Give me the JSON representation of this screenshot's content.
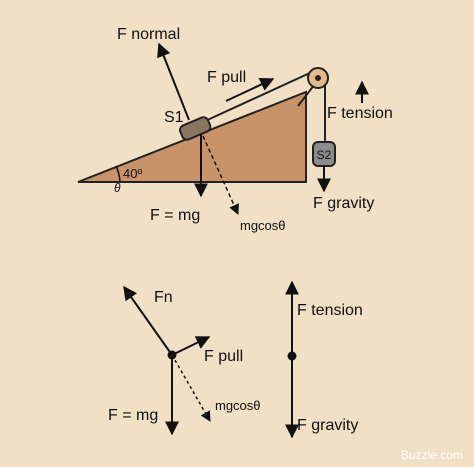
{
  "diagram": {
    "top": {
      "label_f_normal": "F normal",
      "label_f_pull": "F pull",
      "label_s1": "S1",
      "label_s2": "S2",
      "label_f_tension": "F tension",
      "label_angle_value": "40º",
      "label_theta": "θ",
      "label_f_mg": "F = mg",
      "label_mgcos": "mgcosθ",
      "label_f_gravity": "F gravity"
    },
    "bottom_left": {
      "label_fn": "Fn",
      "label_f_pull": "F pull",
      "label_mgcos": "mgcosθ",
      "label_f_mg": "F = mg"
    },
    "bottom_right": {
      "label_f_tension": "F tension",
      "label_f_gravity": "F gravity"
    }
  },
  "watermark": "Buzzle.com",
  "colors": {
    "background": "#f1dfc6",
    "ramp_fill": "#c9936a",
    "ramp_outline": "#222222",
    "block_fill": "#8a7560",
    "pulley_fill": "#e6b98c",
    "s2_fill": "#8c8c8c",
    "line": "#111111"
  }
}
